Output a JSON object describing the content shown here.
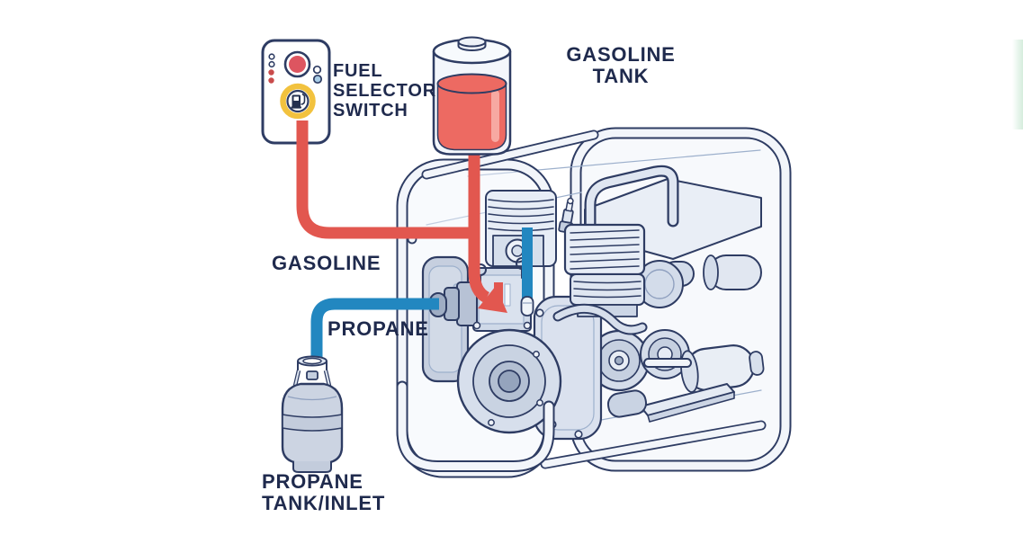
{
  "diagram": {
    "type": "dual-fuel-generator-fuel-system",
    "labels": {
      "fuel_selector_switch": "FUEL\nSELECTOR\nSWITCH",
      "gasoline_tank": "GASOLINE\nTANK",
      "gasoline": "GASOLINE",
      "propane": "PROPANE",
      "propane_tank_inlet": "PROPANE\nTANK/INLET"
    },
    "colors": {
      "label_navy": "#1f2a4d",
      "outline_navy": "#2e3c63",
      "gasoline_line_red": "#e2574f",
      "gasoline_liquid_red": "#ed6a62",
      "propane_line_blue": "#2287c0",
      "selector_ring_yellow": "#f2c23e",
      "machine_fill_light": "#e7edf6",
      "machine_fill_mid": "#ccd5e3",
      "background": "#ffffff"
    },
    "icons": {
      "fuel_pump": "fuel-pump-icon"
    }
  }
}
